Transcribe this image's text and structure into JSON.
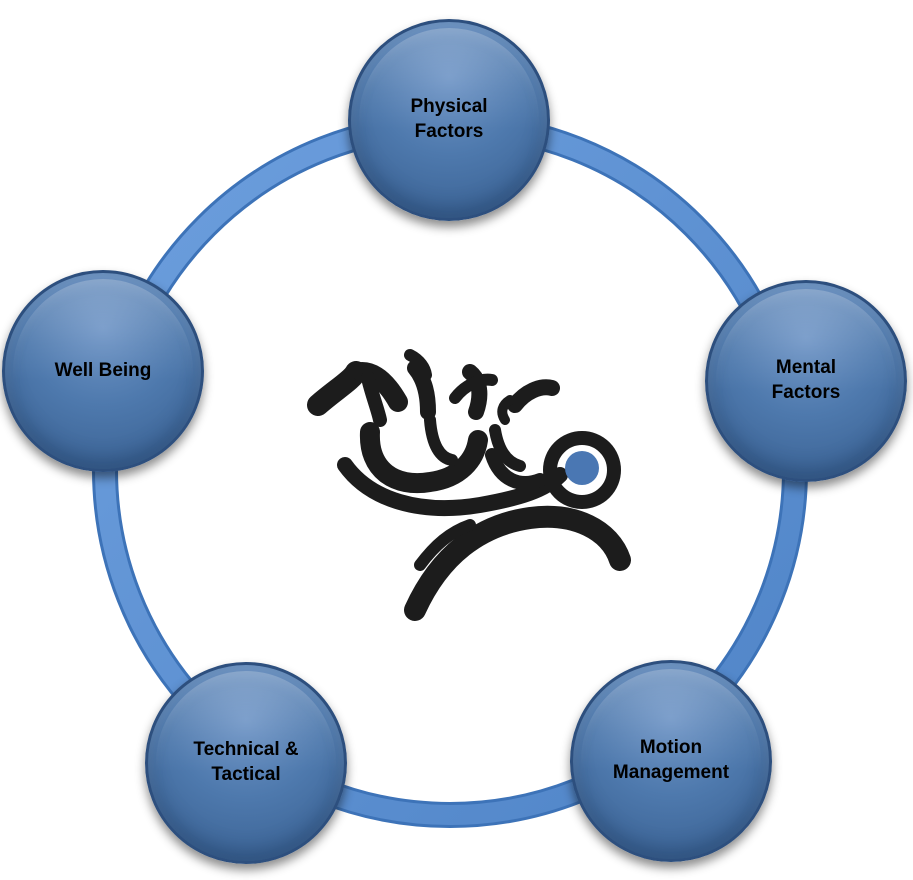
{
  "diagram": {
    "nodes": [
      {
        "label": "Physical\nFactors"
      },
      {
        "label": "Mental\nFactors"
      },
      {
        "label": "Motion\nManagement"
      },
      {
        "label": "Technical &\nTactical"
      },
      {
        "label": "Well Being"
      }
    ],
    "colors": {
      "ring": "#5b8fd1",
      "node_fill": "#4a74a8",
      "node_border": "#2d4f7e",
      "logo_dark": "#1c1c1c",
      "logo_accent": "#4a77b3"
    },
    "logo": {
      "icon": "runner-logo-icon"
    }
  }
}
